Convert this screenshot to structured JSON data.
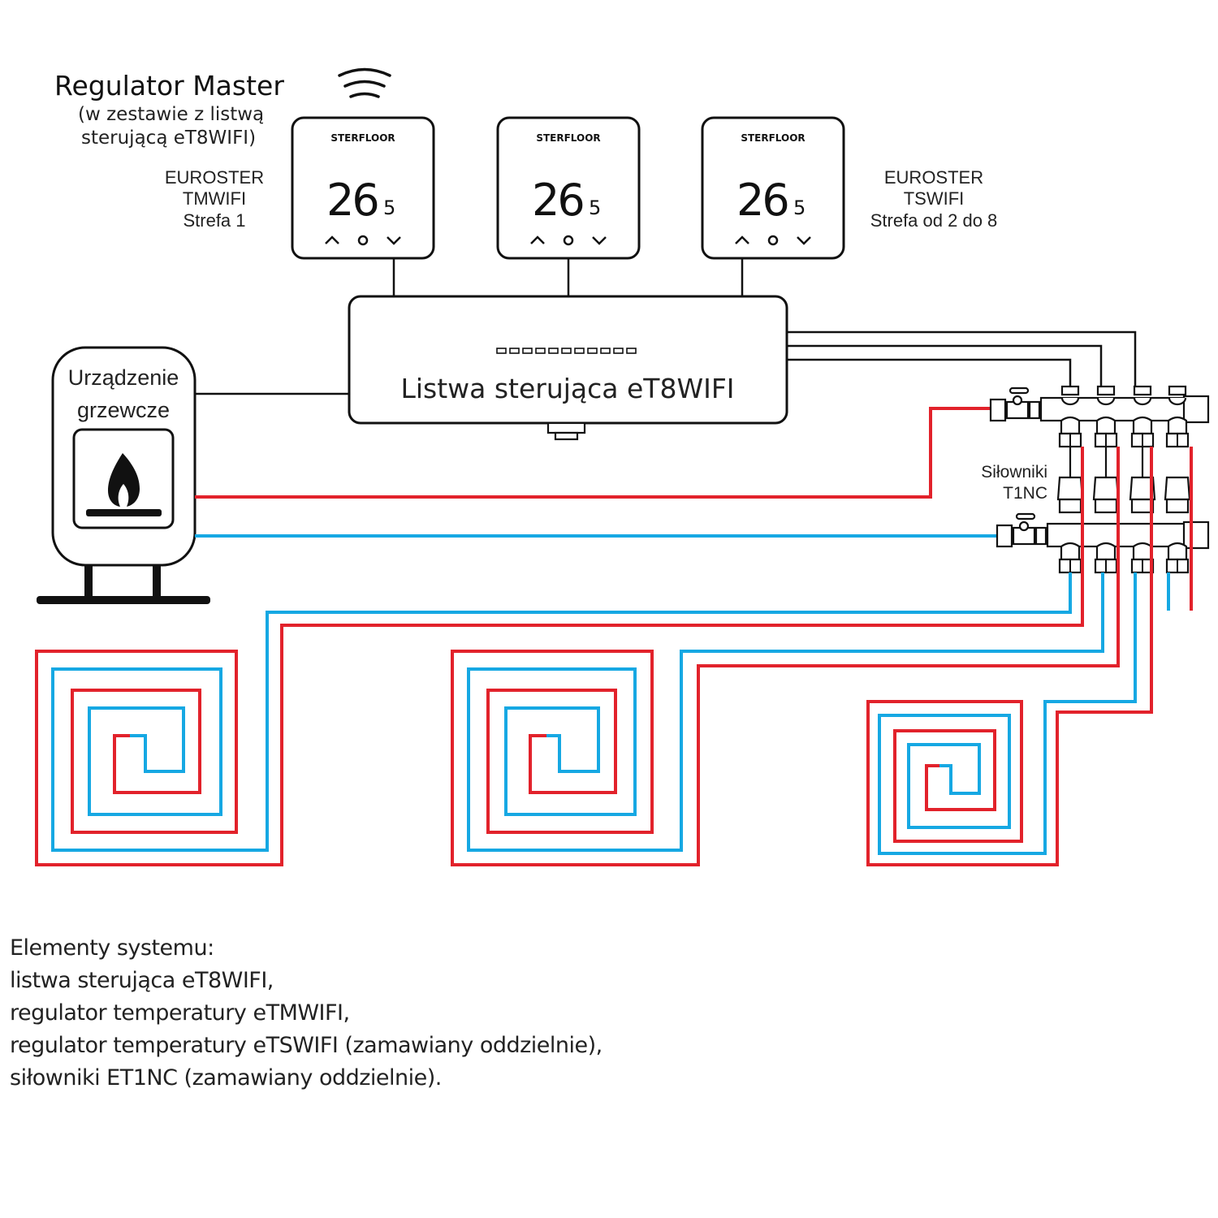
{
  "header": {
    "master_title": "Regulator Master",
    "master_sub_1": "(w zestawie z listwą",
    "master_sub_2": "sterującą eT8WIFI)"
  },
  "thermostat_left_label": [
    "EUROSTER",
    "TMWIFI",
    "Strefa 1"
  ],
  "thermostat_right_label": [
    "EUROSTER",
    "TSWIFI",
    "Strefa od 2 do 8"
  ],
  "thermostats": [
    {
      "brand": "STERFLOOR",
      "temp_main": "26",
      "temp_decimal": "5",
      "buttons": [
        "chevron-up-icon",
        "circle-icon",
        "chevron-down-icon"
      ]
    },
    {
      "brand": "STERFLOOR",
      "temp_main": "26",
      "temp_decimal": "5",
      "buttons": [
        "chevron-up-icon",
        "circle-icon",
        "chevron-down-icon"
      ]
    },
    {
      "brand": "STERFLOOR",
      "temp_main": "26",
      "temp_decimal": "5",
      "buttons": [
        "chevron-up-icon",
        "circle-icon",
        "chevron-down-icon"
      ]
    }
  ],
  "controller": {
    "label": "Listwa sterująca eT8WIFI",
    "led_count": 11
  },
  "heater": {
    "label_1": "Urządzenie",
    "label_2": "grzewcze",
    "icon": "flame-icon"
  },
  "actuators": {
    "label_1": "Siłowniki",
    "label_2": "T1NC",
    "count": 4
  },
  "colors": {
    "supply": "#e2222b",
    "return": "#16a8e3",
    "line": "#111111"
  },
  "legend": {
    "heading": "Elementy systemu:",
    "items": [
      "listwa sterująca eT8WIFI,",
      "regulator temperatury eTMWIFI,",
      "regulator temperatury eTSWIFI (zamawiany oddzielnie),",
      "siłowniki ET1NC (zamawiany oddzielnie)."
    ]
  }
}
